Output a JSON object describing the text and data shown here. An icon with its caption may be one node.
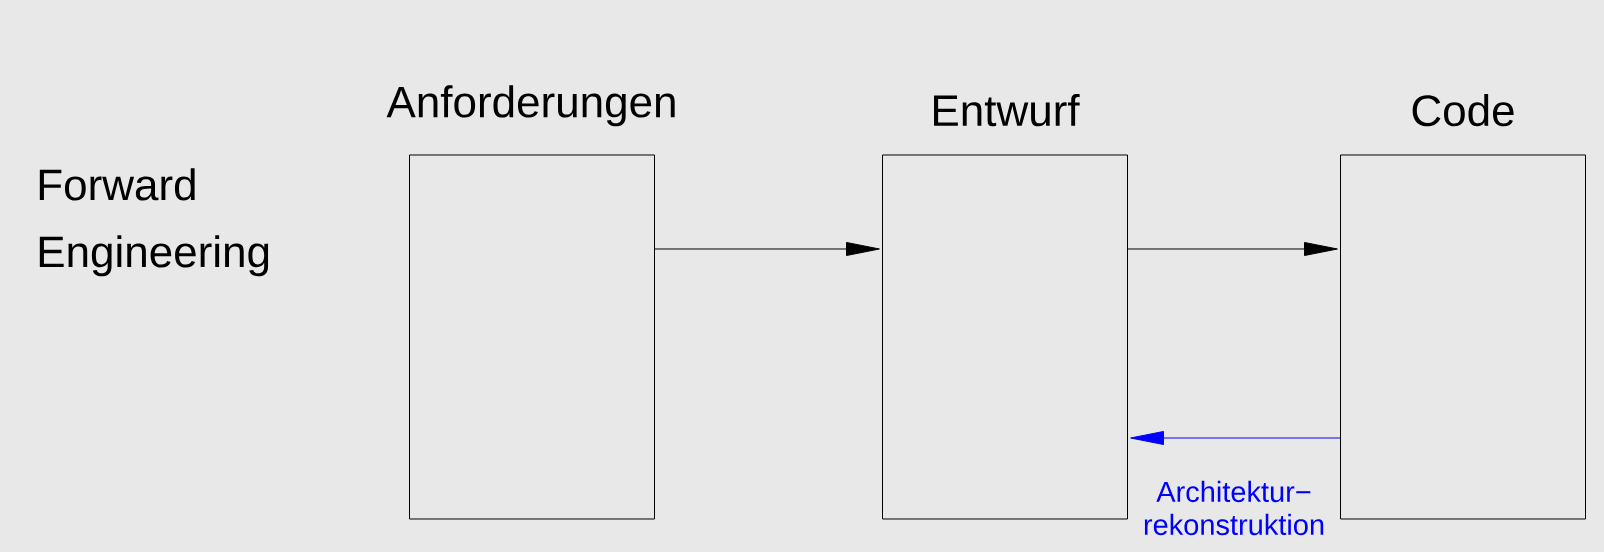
{
  "diagram": {
    "nodes": [
      {
        "text": [
          "Anforderungen"
        ]
      },
      {
        "text": [
          "Entwurf"
        ]
      },
      {
        "text": [
          "Code"
        ]
      }
    ],
    "edges": [
      {
        "from": 0,
        "to": 1,
        "arrow": "to"
      },
      {
        "from": 1,
        "to": 2,
        "arrow": "to"
      },
      {
        "from": 2,
        "to": 1,
        "arrow": "to",
        "label": "Architektur− rekonstruktion",
        "color": "#0000ff"
      }
    ],
    "labels": [
      "Forward Engineering"
    ]
  }
}
